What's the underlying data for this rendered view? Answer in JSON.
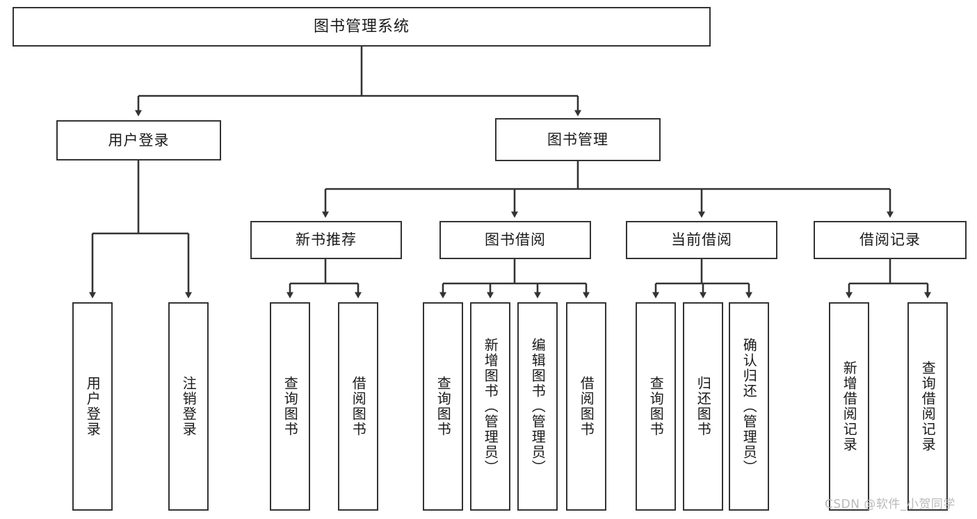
{
  "diagram": {
    "type": "tree",
    "title": "图书管理系统",
    "orientation": "top-down",
    "colors": {
      "box_border": "#333333",
      "box_fill": "#ffffff",
      "edge": "#333333",
      "text": "#1a1a1a",
      "watermark": "#b9b9b9",
      "background": "#ffffff"
    }
  },
  "root": {
    "label": "图书管理系统"
  },
  "level2": [
    {
      "id": "user-login",
      "label": "用户登录"
    },
    {
      "id": "book-manage",
      "label": "图书管理"
    }
  ],
  "level3": [
    {
      "id": "new-book-recommend",
      "label": "新书推荐"
    },
    {
      "id": "book-borrow",
      "label": "图书借阅"
    },
    {
      "id": "current-borrow",
      "label": "当前借阅"
    },
    {
      "id": "borrow-record",
      "label": "借阅记录"
    }
  ],
  "leaves": {
    "user_login": [
      {
        "id": "leaf-user-login",
        "label": "用户登录"
      },
      {
        "id": "leaf-logout-login",
        "label": "注销登录"
      }
    ],
    "new_book_recommend": [
      {
        "id": "leaf-query-book-1",
        "label": "查询图书"
      },
      {
        "id": "leaf-borrow-book-1",
        "label": "借阅图书"
      }
    ],
    "book_borrow": [
      {
        "id": "leaf-query-book-2",
        "label": "查询图书"
      },
      {
        "id": "leaf-add-book-admin",
        "label": "新增图书（管理员）"
      },
      {
        "id": "leaf-edit-book-admin",
        "label": "编辑图书（管理员）"
      },
      {
        "id": "leaf-borrow-book-2",
        "label": "借阅图书"
      }
    ],
    "current_borrow": [
      {
        "id": "leaf-query-book-3",
        "label": "查询图书"
      },
      {
        "id": "leaf-return-book",
        "label": "归还图书"
      },
      {
        "id": "leaf-confirm-return-admin",
        "label": "确认归还（管理员）"
      }
    ],
    "borrow_record": [
      {
        "id": "leaf-add-borrow-record",
        "label": "新增借阅记录"
      },
      {
        "id": "leaf-query-borrow-record",
        "label": "查询借阅记录"
      }
    ]
  },
  "watermark": {
    "text": "CSDN @软件_小贺同学"
  }
}
